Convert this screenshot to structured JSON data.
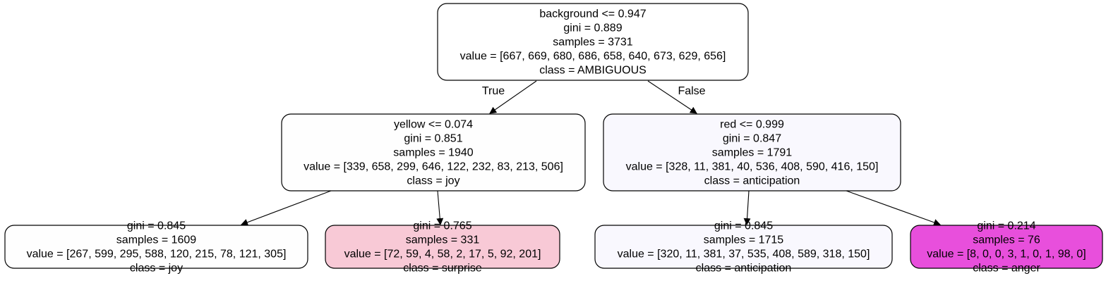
{
  "tree": {
    "nodes": [
      {
        "id": "root",
        "fill": "#ffffff",
        "lines": [
          "background <= 0.947",
          "gini = 0.889",
          "samples = 3731",
          "value = [667, 669, 680, 686, 658, 640, 673, 629, 656]",
          "class = AMBIGUOUS"
        ]
      },
      {
        "id": "n1",
        "fill": "#fefefe",
        "lines": [
          "yellow <= 0.074",
          "gini = 0.851",
          "samples = 1940",
          "value = [339, 658, 299, 646, 122, 232, 83, 213, 506]",
          "class = joy"
        ]
      },
      {
        "id": "n2",
        "fill": "#f9f8fe",
        "lines": [
          "red <= 0.999",
          "gini = 0.847",
          "samples = 1791",
          "value = [328, 11, 381, 40, 536, 408, 590, 416, 150]",
          "class = anticipation"
        ]
      },
      {
        "id": "n3",
        "fill": "#fefefe",
        "lines": [
          "gini = 0.845",
          "samples = 1609",
          "value = [267, 599, 295, 588, 120, 215, 78, 121, 305]",
          "class = joy"
        ]
      },
      {
        "id": "n4",
        "fill": "#f8c9d6",
        "lines": [
          "gini = 0.765",
          "samples = 331",
          "value = [72, 59, 4, 58, 2, 17, 5, 92, 201]",
          "class = surprise"
        ]
      },
      {
        "id": "n5",
        "fill": "#f9f8fe",
        "lines": [
          "gini = 0.845",
          "samples = 1715",
          "value = [320, 11, 381, 37, 535, 408, 589, 318, 150]",
          "class = anticipation"
        ]
      },
      {
        "id": "n6",
        "fill": "#e84fdc",
        "lines": [
          "gini = 0.214",
          "samples = 76",
          "value = [8, 0, 0, 3, 1, 0, 1, 98, 0]",
          "class = anger"
        ]
      }
    ],
    "edges": [
      {
        "from": "root",
        "to": "n1",
        "label": "True"
      },
      {
        "from": "root",
        "to": "n2",
        "label": "False"
      },
      {
        "from": "n1",
        "to": "n3",
        "label": ""
      },
      {
        "from": "n1",
        "to": "n4",
        "label": ""
      },
      {
        "from": "n2",
        "to": "n5",
        "label": ""
      },
      {
        "from": "n2",
        "to": "n6",
        "label": ""
      }
    ]
  }
}
